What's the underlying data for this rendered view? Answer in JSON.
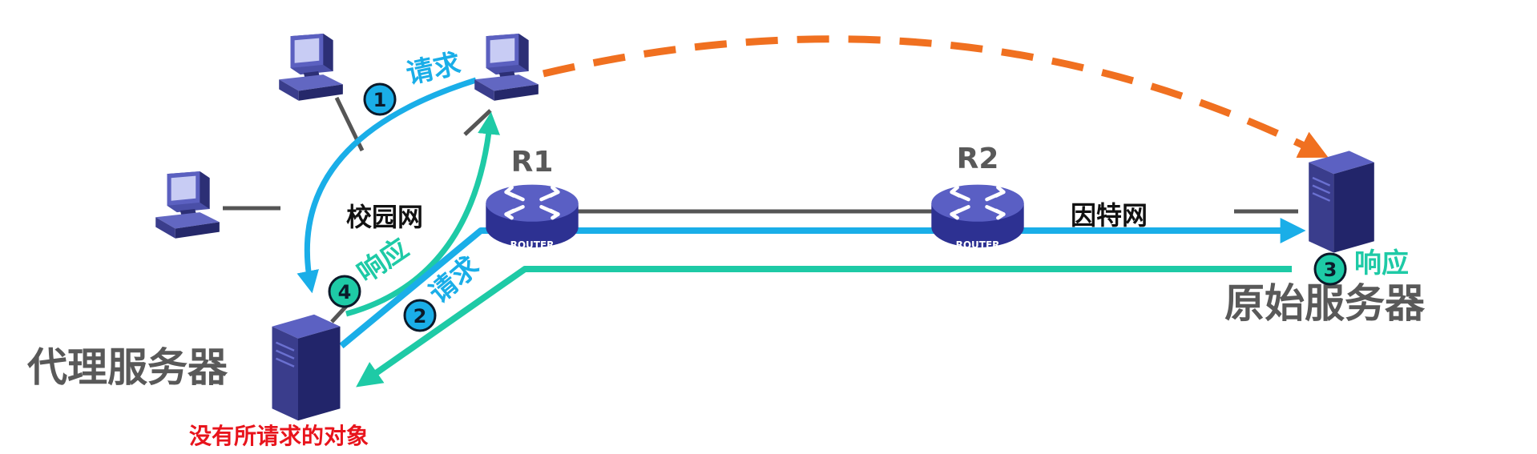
{
  "labels": {
    "r1": "R1",
    "r2": "R2",
    "campus_net": "校园网",
    "internet": "因特网",
    "proxy_server": "代理服务器",
    "origin_server": "原始服务器",
    "not_cached": "没有所请求的对象",
    "router_text": "ROUTER"
  },
  "steps": [
    {
      "num": "1",
      "text": "请求"
    },
    {
      "num": "2",
      "text": "请求"
    },
    {
      "num": "3",
      "text": "响应"
    },
    {
      "num": "4",
      "text": "响应"
    }
  ],
  "colors": {
    "request_blue": "#1aaee8",
    "response_teal": "#1ecaa6",
    "direct_orange": "#f07020",
    "link_gray": "#555555",
    "device_navy": "#3a3d8c",
    "warning_red": "#e8141c"
  }
}
